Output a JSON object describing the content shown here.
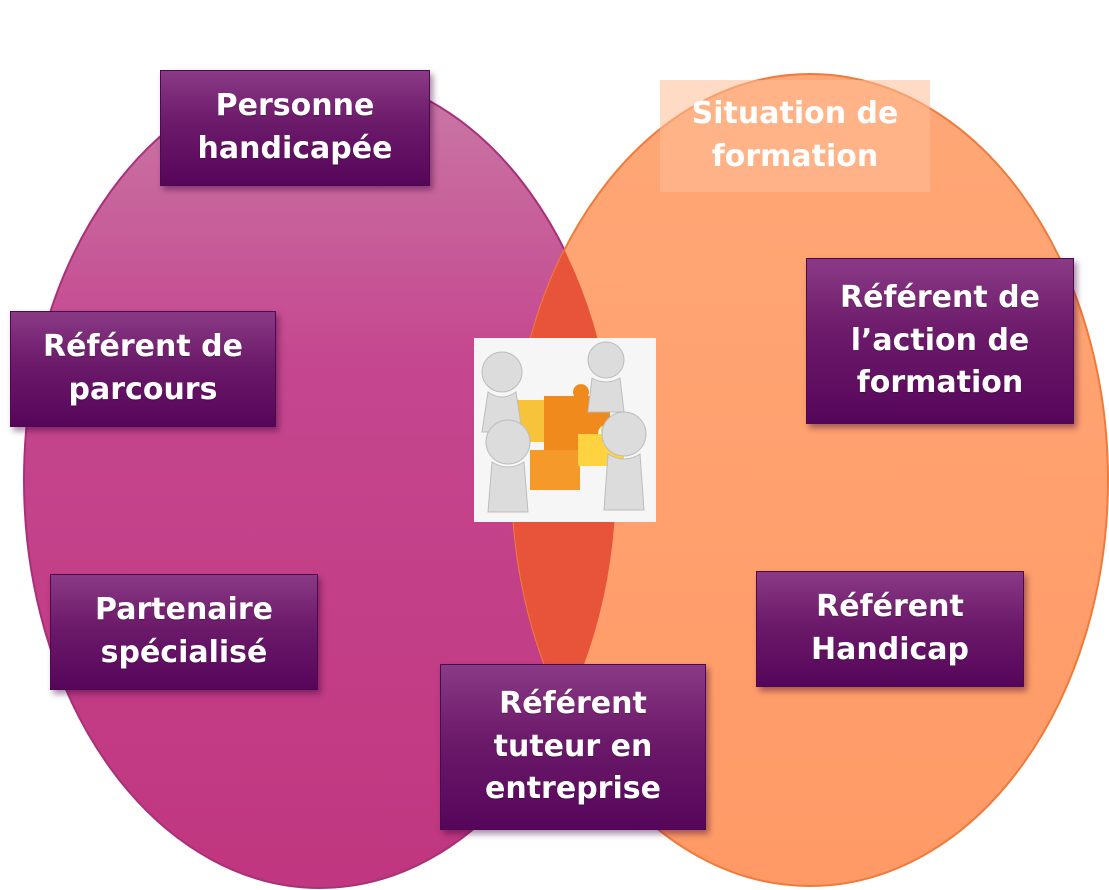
{
  "diagram": {
    "colors": {
      "left_circle": "#c03a8c",
      "right_circle": "#ff9f6b",
      "overlap": "#e8503a",
      "box_fill": "#6c1a6a"
    },
    "left_circle_items": {
      "personne": "Personne\nhandicapée",
      "referent_parcours": "Référent de\nparcours",
      "partenaire": "Partenaire\nspécialisé"
    },
    "right_circle_title": "Situation de\nformation",
    "right_circle_items": {
      "referent_action": "Référent de\nl’action de\nformation",
      "referent_handicap": "Référent\nHandicap"
    },
    "overlap_item": "Référent\ntuteur en\nentreprise",
    "center_image": "puzzle-people-icon"
  }
}
